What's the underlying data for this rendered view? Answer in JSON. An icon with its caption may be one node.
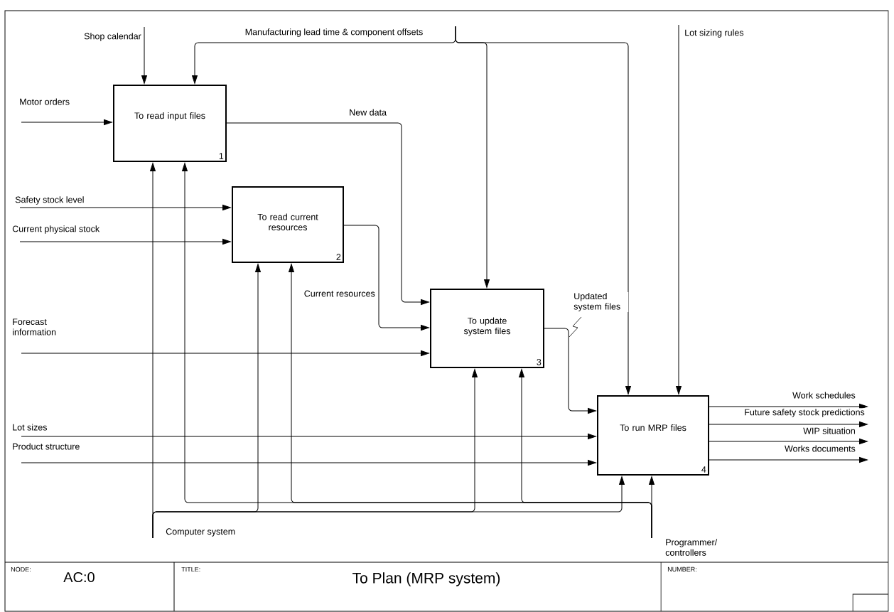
{
  "diagram": {
    "nodes": [
      {
        "text": [
          "To read input files",
          "1"
        ]
      },
      {
        "text": [
          "To read current resources",
          "2"
        ]
      },
      {
        "text": [
          "To update system files",
          "3"
        ]
      },
      {
        "text": [
          "To run MRP files",
          "4"
        ]
      }
    ],
    "edges": [
      {
        "from": null,
        "to": 0,
        "arrow": "to",
        "label": "Shop calendar"
      },
      {
        "from": null,
        "to": 0,
        "arrow": "to",
        "label": "Manufacturing lead time & component offsets"
      },
      {
        "from": null,
        "to": 2,
        "arrow": "to"
      },
      {
        "from": null,
        "to": 3,
        "arrow": "to"
      },
      {
        "from": null,
        "to": 3,
        "arrow": "to",
        "label": "Lot sizing rules"
      },
      {
        "from": null,
        "to": 0,
        "arrow": "to",
        "label": "Motor orders"
      },
      {
        "from": 0,
        "to": 2,
        "arrow": "to",
        "label": "New data"
      },
      {
        "from": null,
        "to": 1,
        "arrow": "to",
        "label": "Safety stock level"
      },
      {
        "from": null,
        "to": 1,
        "arrow": "to",
        "label": "Current physical stock"
      },
      {
        "from": 1,
        "to": 2,
        "arrow": "to",
        "label": "Current resources"
      },
      {
        "from": null,
        "to": 2,
        "arrow": "to",
        "label": "Forecast information"
      },
      {
        "from": 2,
        "to": 3,
        "arrow": "to",
        "label": "Updated system files"
      },
      {
        "from": null,
        "to": 3,
        "arrow": "to",
        "label": "Lot sizes"
      },
      {
        "from": null,
        "to": 3,
        "arrow": "to",
        "label": "Product structure"
      },
      {
        "from": 3,
        "to": null,
        "arrow": "to",
        "label": "Work schedules"
      },
      {
        "from": 3,
        "to": null,
        "arrow": "to",
        "label": "Future safety stock predictions"
      },
      {
        "from": 3,
        "to": null,
        "arrow": "to",
        "label": "WIP situation"
      },
      {
        "from": 3,
        "to": null,
        "arrow": "to",
        "label": "Works documents"
      },
      {
        "from": null,
        "to": 0,
        "arrow": "to",
        "label": "Computer system"
      },
      {
        "from": null,
        "to": 1,
        "arrow": "to"
      },
      {
        "from": null,
        "to": 2,
        "arrow": "to"
      },
      {
        "from": null,
        "to": 3,
        "arrow": "to"
      },
      {
        "from": null,
        "to": 3,
        "arrow": "to",
        "label": "Programmer/ controllers"
      },
      {
        "from": null,
        "to": 2,
        "arrow": "to"
      },
      {
        "from": null,
        "to": 1,
        "arrow": "to"
      },
      {
        "from": null,
        "to": 0,
        "arrow": "to"
      }
    ],
    "labels": [
      "NODE:",
      "AC:0",
      "TITLE:",
      "To Plan (MRP system)",
      "NUMBER:"
    ]
  }
}
